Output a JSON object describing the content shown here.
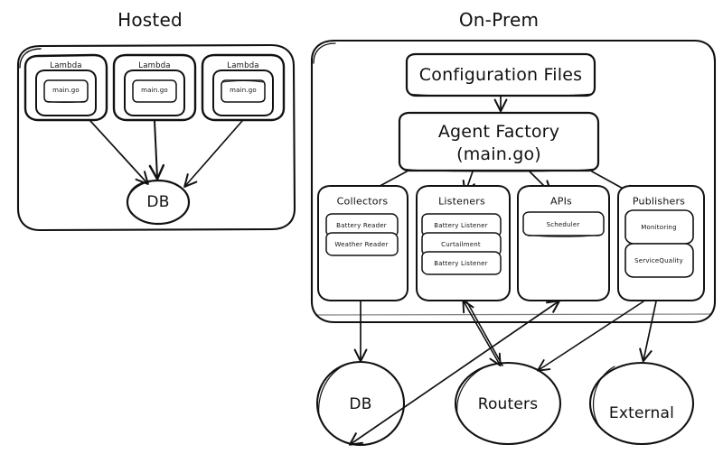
{
  "diagram": {
    "title_hosted": "Hosted",
    "title_onprem": "On-Prem",
    "hosted": {
      "label": "Hosted",
      "lambdas": [
        {
          "label": "Lambda",
          "inner": "main.go"
        },
        {
          "label": "Lambda",
          "inner": "main.go"
        },
        {
          "label": "Lambda",
          "inner": "main.go"
        }
      ],
      "db": "DB"
    },
    "onprem": {
      "label": "On-Prem",
      "config_files": "Configuration Files",
      "agent_factory_line1": "Agent Factory",
      "agent_factory_line2": "(main.go)",
      "groups": [
        {
          "label": "Collectors",
          "items": [
            "Battery Reader",
            "Weather Reader"
          ]
        },
        {
          "label": "Listeners",
          "items": [
            "Battery Listener",
            "Curtailment",
            "Battery Listener"
          ]
        },
        {
          "label": "APIs",
          "items": [
            "Scheduler"
          ]
        },
        {
          "label": "Publishers",
          "items": [
            "Monitoring",
            "ServiceQuality"
          ]
        }
      ],
      "sinks": [
        {
          "label": "DB"
        },
        {
          "label": "Routers"
        },
        {
          "label": "External"
        }
      ]
    },
    "colors": {
      "stroke": "#111111",
      "background": "#ffffff",
      "text": "#111111"
    }
  }
}
